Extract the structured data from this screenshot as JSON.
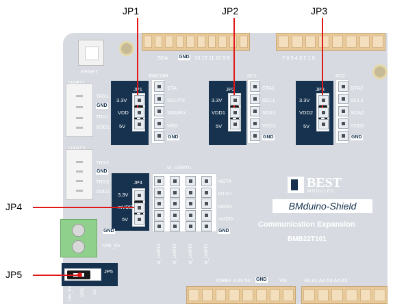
{
  "callouts": {
    "jp1": "JP1",
    "jp2": "JP2",
    "jp3": "JP3",
    "jp4": "JP4",
    "jp5": "JP5"
  },
  "board": {
    "reset": "RESET",
    "top_header_labels": "SDA",
    "top_gnd": "GND",
    "top_numbers": "13  12  11  10   9   8",
    "top_right_numbers": "7   6   5   4   3   2   1   0",
    "uart1": "UART1",
    "uart1_pins": [
      "TRX1",
      "GND",
      "TRX1",
      "VDD1"
    ],
    "uart2": "UART2",
    "uart2_pins": [
      "TRX2",
      "GND",
      "TRX2",
      "VDD2"
    ],
    "bmcom": "BMCOM",
    "bmcom_pins": [
      "STA",
      "SCL/TX",
      "SDA/RX",
      "VDD",
      "GND"
    ],
    "iic1": "IIC1",
    "iic1_pins": [
      "STA1",
      "SCL1",
      "SDA1",
      "VDD1",
      "GND"
    ],
    "iic2": "IIC2",
    "iic2_pins": [
      "STA2",
      "SCL2",
      "SDA2",
      "VDD2",
      "GND"
    ],
    "jp1_opts": [
      "3.3V",
      "VDD",
      "5V"
    ],
    "jp2_opts": [
      "3.3V",
      "VDD1",
      "5V"
    ],
    "jp3_opts": [
      "3.3V",
      "VDD2",
      "5V"
    ],
    "jp4_opts": [
      "3.3V",
      "mVDD",
      "5V"
    ],
    "jp_labels": {
      "jp1": "JP1",
      "jp2": "JP2",
      "jp3": "JP3",
      "jp4": "JP4",
      "jp5": "JP5"
    },
    "m_uart": "M_UARTn",
    "m_uart_pins": [
      "mSTA",
      "mTXn",
      "mRXn",
      "mVDD",
      "GND"
    ],
    "m_uart_cols": [
      "M_UART4",
      "M_UART3",
      "M_UART2",
      "M_UART1"
    ],
    "gnd_left": "GND",
    "vin5v": "VIN_5V",
    "jp5_pins": [
      "VIN_5V",
      "VDD",
      "5V"
    ],
    "brand": "BEST",
    "brand_sub": "MODULES",
    "product": "BMduino-Shield",
    "subtitle": "Communication Expansion",
    "model": "BMB22T101",
    "bottom_power": "IOREF  3.3V 5V",
    "bottom_gnd": "GND",
    "bottom_vin": "Vin",
    "analog": "A0  A1  A2  A3  A4  A5"
  },
  "colors": {
    "board": "#d7dbe1",
    "silk_navy": "#16324e",
    "callout_line": "#e21818"
  }
}
